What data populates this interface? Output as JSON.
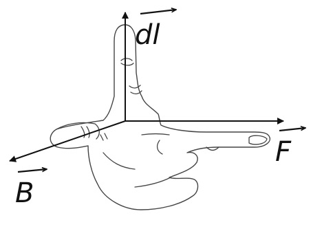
{
  "diagram": {
    "labels": {
      "current_element": "dl",
      "force": "F",
      "field": "B"
    },
    "icons": [
      "hand-icon"
    ],
    "colors": {
      "ink": "#111111",
      "sketch": "#444444",
      "background": "#ffffff"
    }
  }
}
